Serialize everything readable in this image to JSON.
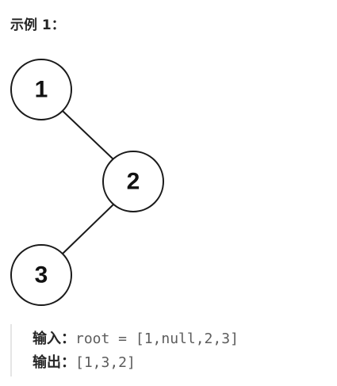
{
  "heading": "示例 1：",
  "tree": {
    "nodes": [
      {
        "label": "1"
      },
      {
        "label": "2"
      },
      {
        "label": "3"
      }
    ],
    "edges": [
      {
        "from": "1",
        "to": "2"
      },
      {
        "from": "2",
        "to": "3"
      }
    ]
  },
  "example": {
    "input_label": "输入：",
    "input_value": "root = [1,null,2,3]",
    "output_label": "输出：",
    "output_value": "[1,3,2]"
  }
}
